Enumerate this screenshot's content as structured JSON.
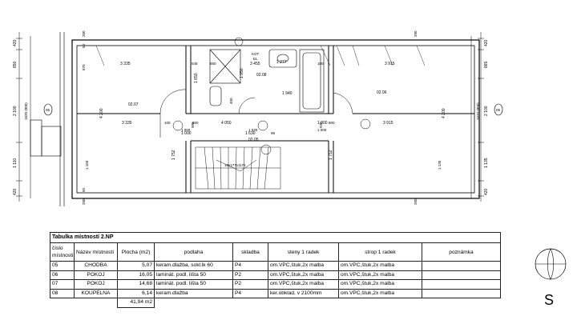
{
  "plan": {
    "rooms": [
      {
        "id": "02.07",
        "dims": [
          "3 335",
          "3 335",
          "4 200"
        ]
      },
      {
        "id": "02.08",
        "dims": [
          "3 455",
          "1 940",
          "1 650",
          "1 950",
          "1 277"
        ]
      },
      {
        "id": "02.06",
        "dims": [
          "3 915",
          "3 915",
          "4 200"
        ]
      },
      {
        "id": "02.05",
        "dims": [
          "4 050",
          "1 000",
          "1 630",
          "1 000",
          "1 752",
          "1 752"
        ]
      }
    ],
    "labels": {
      "kot": "KOT",
      "el": "EL",
      "stair": "16x177x1171",
      "left_axis": "05",
      "right_axis": "05",
      "left_total": "1620 (800)",
      "right_total": "1620 (800)"
    },
    "left_dims": [
      "420",
      "850",
      "2 100",
      "1 110",
      "420"
    ],
    "right_dims": [
      "420",
      "865",
      "2 100",
      "1 135",
      "420"
    ],
    "small_dims": [
      "545",
      "850",
      "100",
      "100",
      "96",
      "50",
      "50",
      "450",
      "905",
      "930",
      "1 150",
      "1 135",
      "200",
      "200",
      "200",
      "200",
      "870",
      "800",
      "1 000",
      "1 000",
      "1 630",
      "800"
    ]
  },
  "table": {
    "title": "Tabulka místností 2.NP",
    "headers": {
      "number": "číslo místnosti",
      "name": "Název místnosti",
      "area": "Plocha (m2)",
      "floor": "podlaha",
      "composition": "skladba",
      "walls": "steny 1 radek",
      "ceiling": "strop 1 radek",
      "note": "poznámka"
    },
    "rows": [
      {
        "number": "05",
        "name": "CHODBA",
        "area": "5,07",
        "floor": "keram.dlažba, sokl.lk 60",
        "composition": "P4",
        "walls": "om.VPC,štuk,2x malba",
        "ceiling": "om.VPC,štuk,2x malba",
        "note": ""
      },
      {
        "number": "06",
        "name": "POKOJ",
        "area": "16,05",
        "floor": "laminát. podl. lišta 50",
        "composition": "P2",
        "walls": "om.VPC,štuk,2x malba",
        "ceiling": "om.VPC,štuk,2x malba",
        "note": ""
      },
      {
        "number": "07",
        "name": "POKOJ",
        "area": "14,68",
        "floor": "laminát. podl. lišta 50",
        "composition": "P2",
        "walls": "om.VPC,štuk,2x malba",
        "ceiling": "om.VPC,štuk,2x malba",
        "note": ""
      },
      {
        "number": "08",
        "name": "KOUPELNA",
        "area": "6,14",
        "floor": "keram.dlažba",
        "composition": "P4",
        "walls": "ker.obklad, v 2100mm",
        "ceiling": "om.VPC,štuk,2x malba",
        "note": ""
      }
    ],
    "total": "41,94 m2"
  },
  "north": {
    "letter": "S"
  }
}
